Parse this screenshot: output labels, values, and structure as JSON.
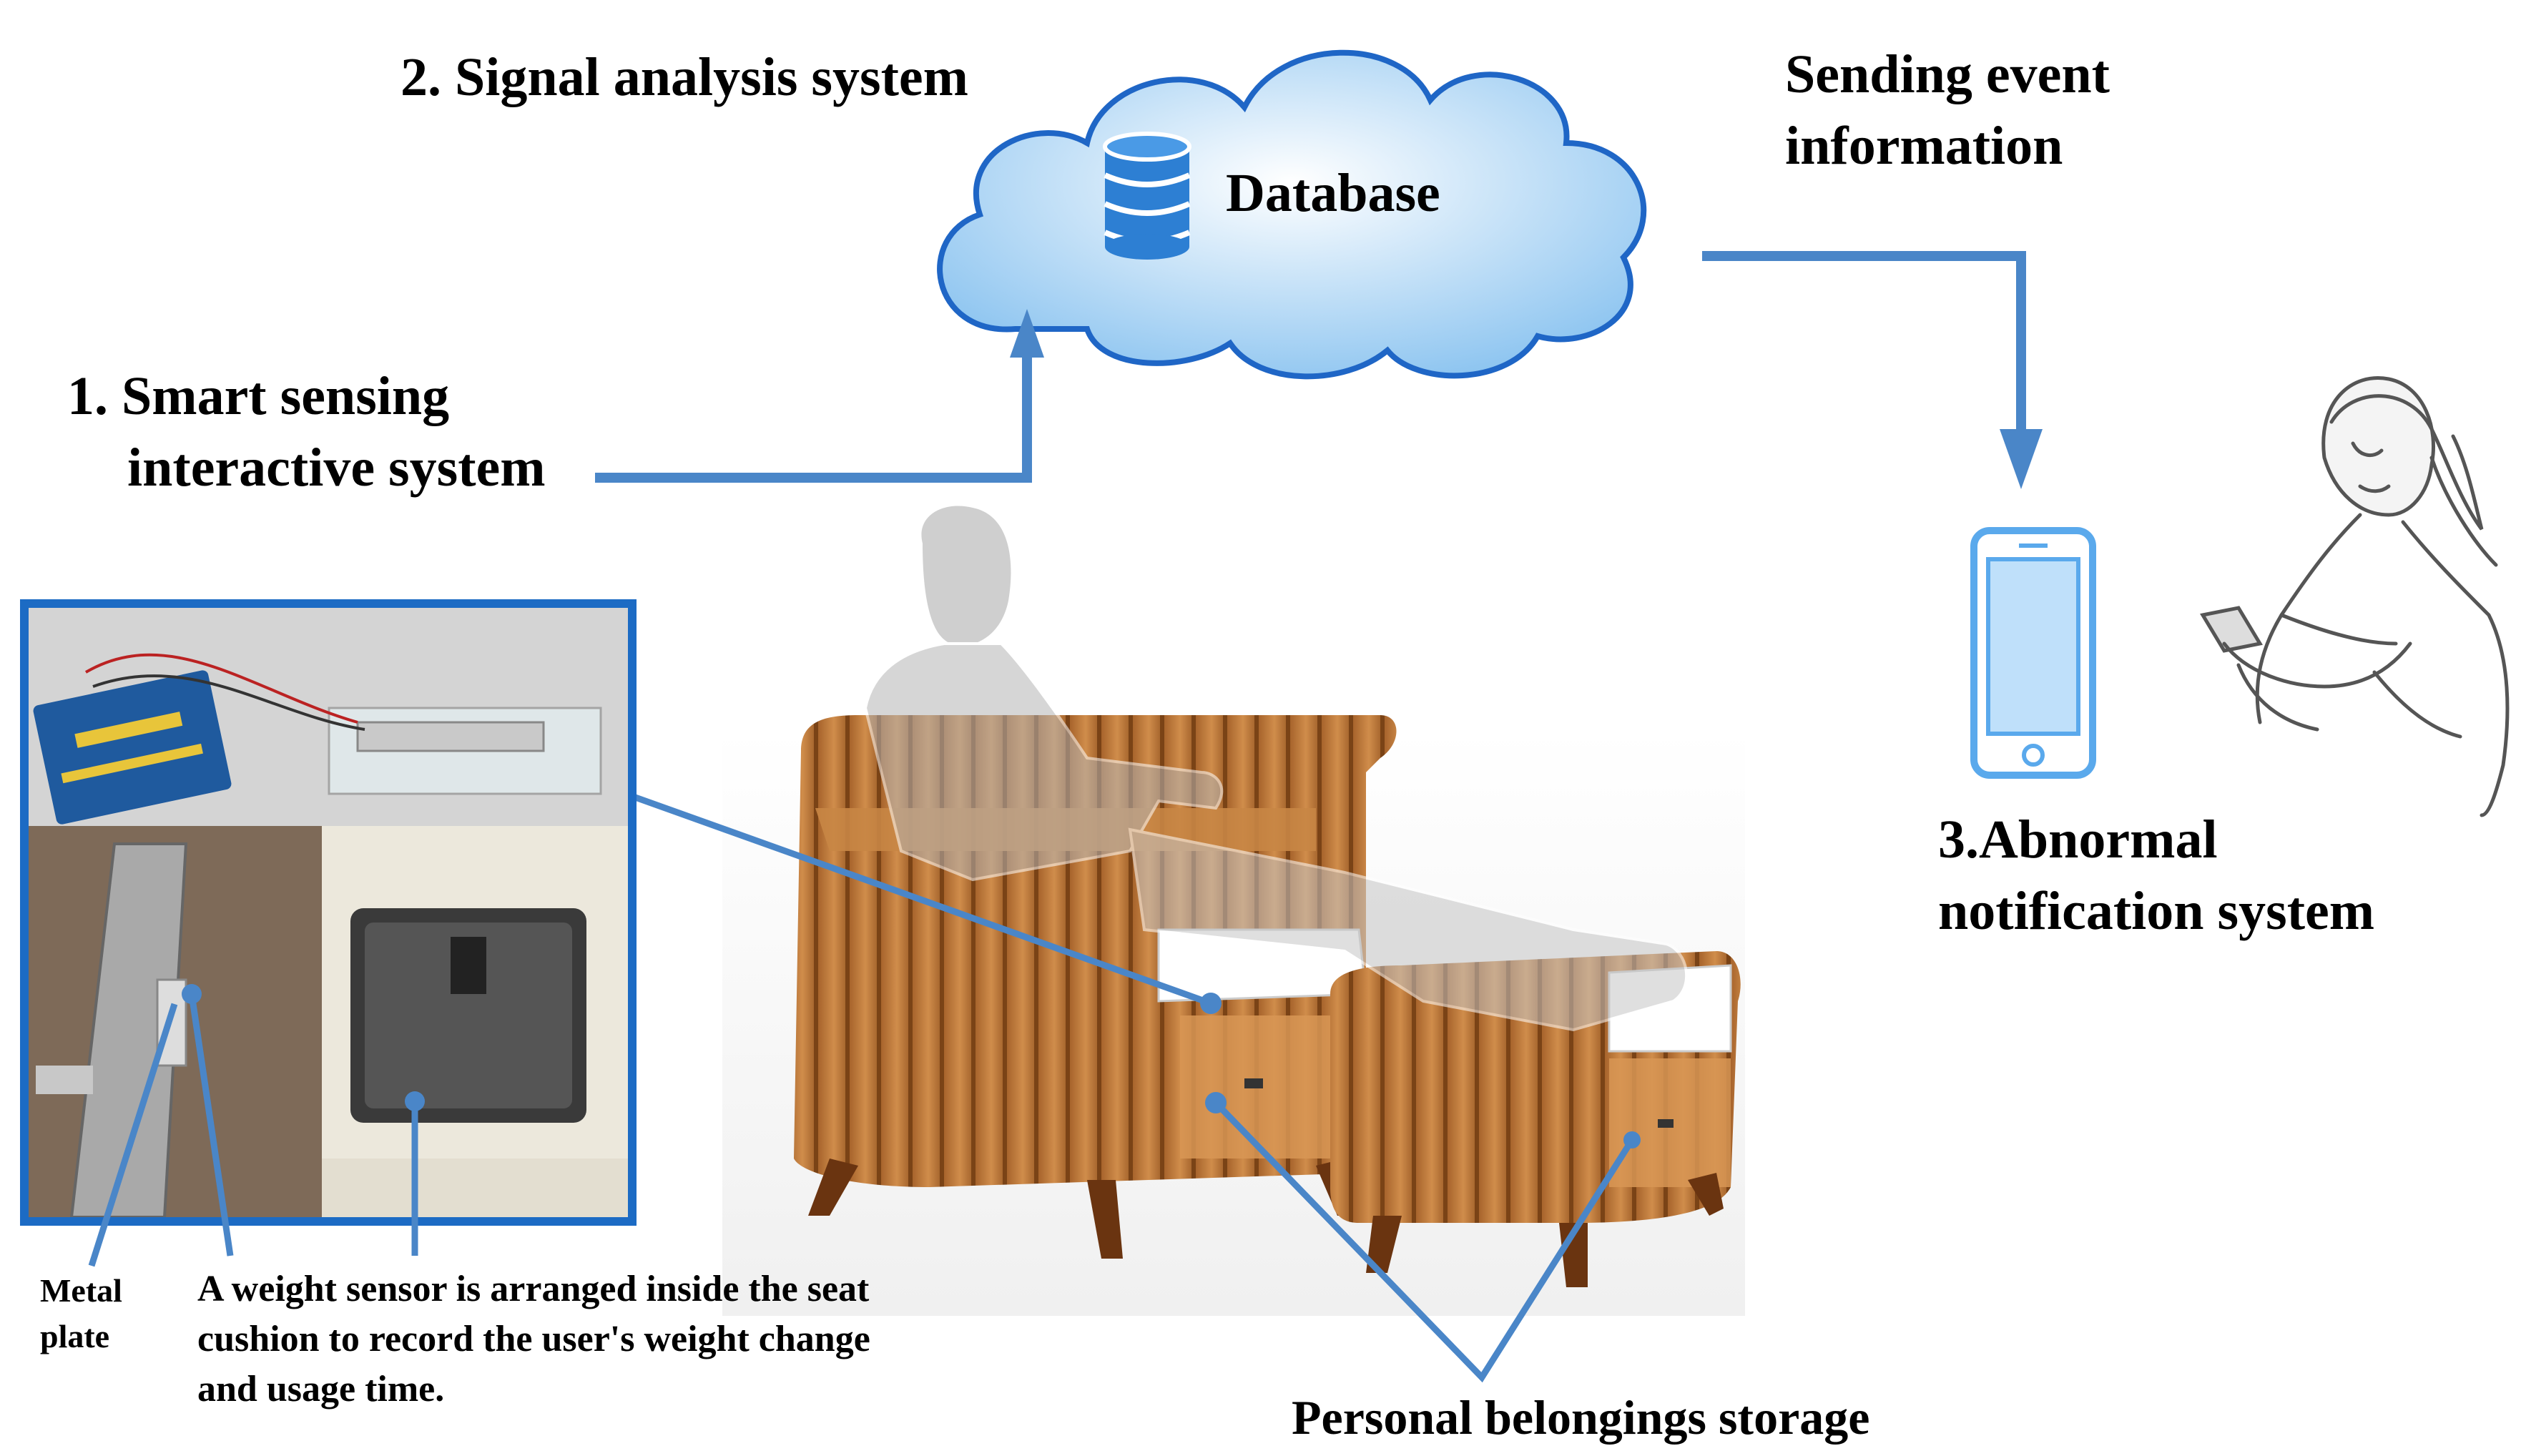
{
  "labels": {
    "signal_analysis": "2. Signal analysis system",
    "database": "Database",
    "sending_event_line1": "Sending event",
    "sending_event_line2": "information",
    "smart_sensing_line1": "1. Smart sensing",
    "smart_sensing_line2": "interactive system",
    "abnormal_line1": "3.Abnormal",
    "abnormal_line2": "notification system",
    "metal_plate_line1": "Metal",
    "metal_plate_line2": "plate",
    "weight_sensor_line1": "A weight sensor is arranged inside the seat",
    "weight_sensor_line2": "cushion to record the user's weight change",
    "weight_sensor_line3": "and usage time.",
    "storage": "Personal belongings storage"
  },
  "icons": {
    "cloud": "cloud-icon",
    "database": "database-icon",
    "phone": "smartphone-icon"
  },
  "colors": {
    "arrow": "#4a86c8",
    "frame": "#1c6bc4",
    "cloud_fill": "#a9d3f5",
    "cloud_stroke": "#1f66c6",
    "wood": "#c07a3a"
  }
}
